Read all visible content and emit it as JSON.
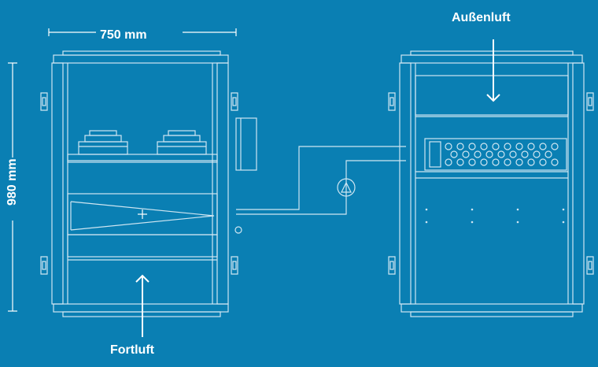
{
  "diagram": {
    "width_label": "750 mm",
    "height_label": "980 mm",
    "intake_label": "Außenluft",
    "exhaust_label": "Fortluft",
    "colors": {
      "background": "#0a7fb3",
      "line": "#cfe6f2",
      "text": "#ffffff"
    }
  }
}
